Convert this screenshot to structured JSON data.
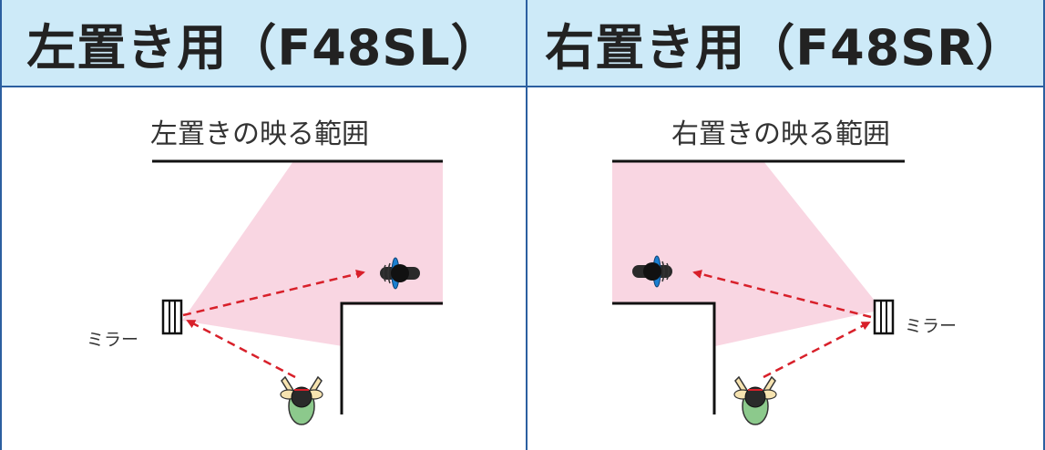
{
  "panels": {
    "left": {
      "title": "左置き用（F48SL）",
      "subtitle": "左置きの映る範囲",
      "mirror_label": "ミラー"
    },
    "right": {
      "title": "右置き用（F48SR）",
      "subtitle": "右置きの映る範囲",
      "mirror_label": "ミラー"
    }
  },
  "colors": {
    "border": "#2c5fa0",
    "header_bg": "#cdeaf8",
    "coverage": "#f9d6e2",
    "arrow": "#d8202a",
    "wall": "#111111",
    "bike_blue": "#1a7fd1",
    "person_green": "#8cc98c"
  }
}
